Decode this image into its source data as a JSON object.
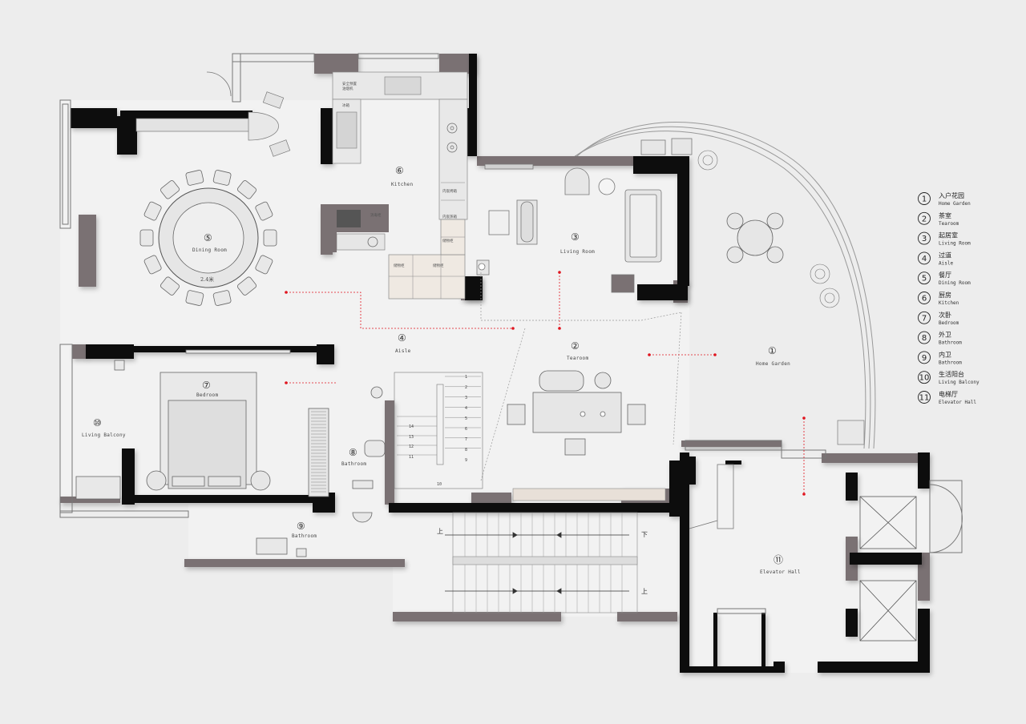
{
  "rooms": [
    {
      "num": "①",
      "en": "Home Garden"
    },
    {
      "num": "②",
      "en": "Tearoom"
    },
    {
      "num": "③",
      "en": "Living Room"
    },
    {
      "num": "④",
      "en": "Aisle"
    },
    {
      "num": "⑤",
      "en": "Dining Room"
    },
    {
      "num": "⑥",
      "en": "Kitchen"
    },
    {
      "num": "⑦",
      "en": "Bedroom"
    },
    {
      "num": "⑧",
      "en": "Bathroom"
    },
    {
      "num": "⑨",
      "en": "Bathroom"
    },
    {
      "num": "⑩",
      "en": "Living Balcony"
    },
    {
      "num": "⑪",
      "en": "Elevator Hall"
    }
  ],
  "legend": [
    {
      "num": "①",
      "cn": "入户花园",
      "en": "Home Garden"
    },
    {
      "num": "②",
      "cn": "茶室",
      "en": "Tearoom"
    },
    {
      "num": "③",
      "cn": "起居室",
      "en": "Living Room"
    },
    {
      "num": "④",
      "cn": "过道",
      "en": "Aisle"
    },
    {
      "num": "⑤",
      "cn": "餐厅",
      "en": "Dining Room"
    },
    {
      "num": "⑥",
      "cn": "厨房",
      "en": "Kitchen"
    },
    {
      "num": "⑦",
      "cn": "次卧",
      "en": "Bedroom"
    },
    {
      "num": "⑧",
      "cn": "外卫",
      "en": "Bathroom"
    },
    {
      "num": "⑨",
      "cn": "内卫",
      "en": "Bathroom"
    },
    {
      "num": "⑩",
      "cn": "生活阳台",
      "en": "Living Balcony"
    },
    {
      "num": "⑪",
      "cn": "电梯厅",
      "en": "Elevator Hall"
    }
  ],
  "annotations": {
    "table_size": "2.4米",
    "stair_down": "下",
    "stair_up_top": "上",
    "stair_up_bottom": "上",
    "stair_steps": [
      "1",
      "2",
      "3",
      "4",
      "5",
      "6",
      "7",
      "8",
      "9",
      "10",
      "11",
      "12",
      "13",
      "14"
    ],
    "kitchen_labels": [
      "冰箱",
      "消毒柜",
      "米箱",
      "储物柜",
      "储物柜",
      "内嵌烤箱",
      "内嵌蒸箱",
      "储物柜"
    ]
  },
  "colors": {
    "wall_black": "#0a0a0a",
    "wall_gray": "#7a7173",
    "accent_red": "#e0141e",
    "background": "#ededed",
    "furniture": "#dcdcdc"
  }
}
